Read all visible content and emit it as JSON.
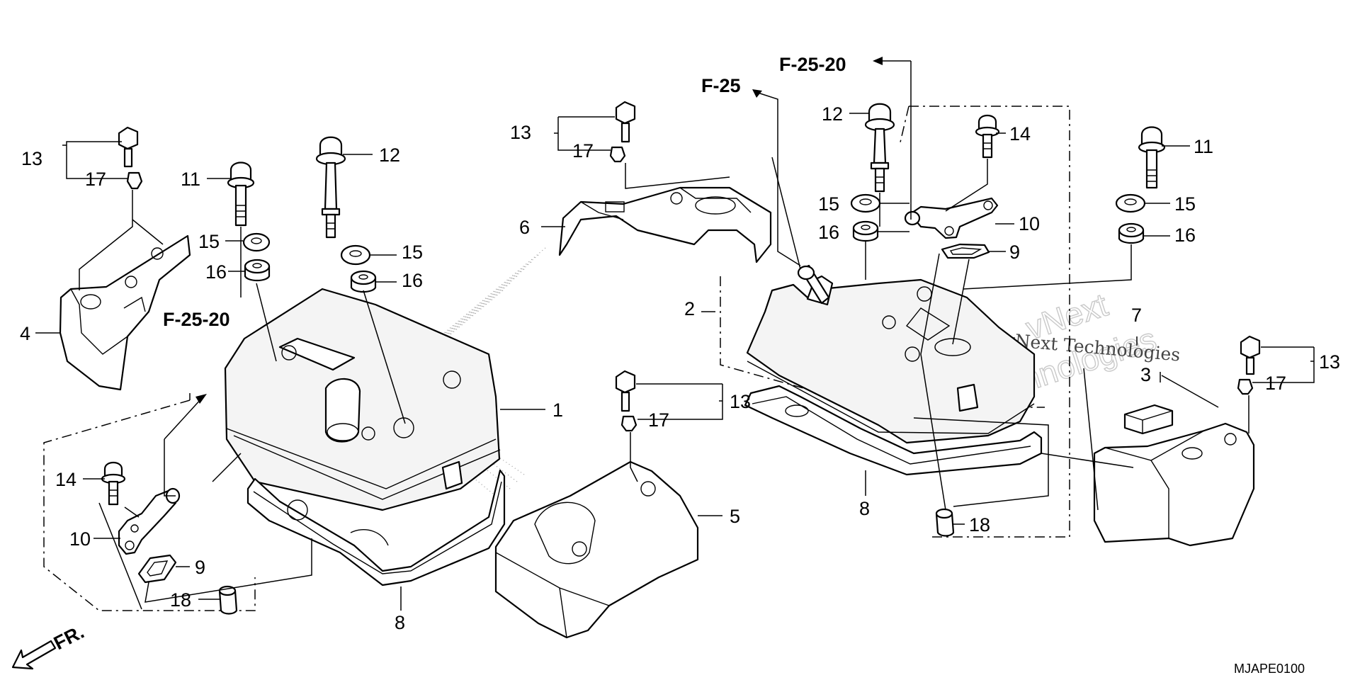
{
  "diagram": {
    "callouts": {
      "c1": "1",
      "c2": "2",
      "c3": "3",
      "c4": "4",
      "c5": "5",
      "c6": "6",
      "c7": "7",
      "c8": "8",
      "c9": "9",
      "c10": "10",
      "c11": "11",
      "c12": "12",
      "c13": "13",
      "c14": "14",
      "c15": "15",
      "c16": "16",
      "c17": "17",
      "c18": "18"
    },
    "references": {
      "f25_20": "F-25-20",
      "f25": "F-25"
    },
    "front_label": "FR.",
    "diagram_code": "MJAPE0100",
    "watermark": {
      "brand_top": "vNext",
      "brand_bottom": "Technologies",
      "brand_full": "vNext Technologies"
    }
  }
}
